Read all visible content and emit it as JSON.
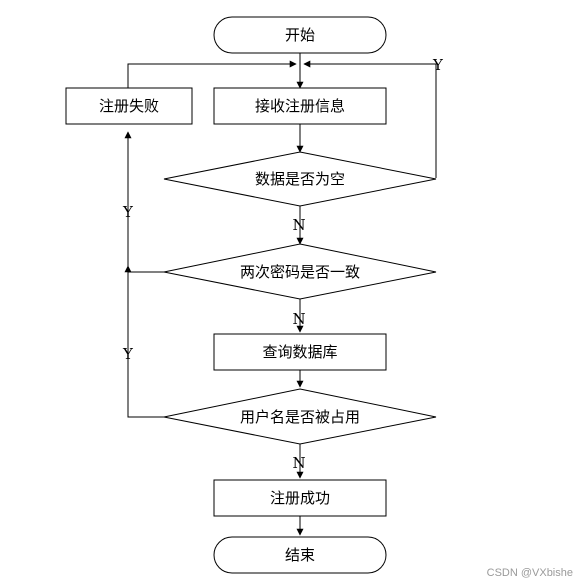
{
  "flowchart": {
    "nodes": {
      "start": "开始",
      "receive": "接收注册信息",
      "empty_check": "数据是否为空",
      "password_check": "两次密码是否一致",
      "query_db": "查询数据库",
      "username_check": "用户名是否被占用",
      "success": "注册成功",
      "fail": "注册失败",
      "end": "结束"
    },
    "edge_labels": {
      "empty_yes": "Y",
      "empty_no": "N",
      "password_yes": "Y",
      "password_no": "N",
      "username_yes": "Y",
      "username_no": "N"
    }
  },
  "watermark": "CSDN @VXbishe",
  "colors": {
    "stroke": "#000000",
    "background": "#ffffff",
    "watermark": "#9a9a9a"
  }
}
